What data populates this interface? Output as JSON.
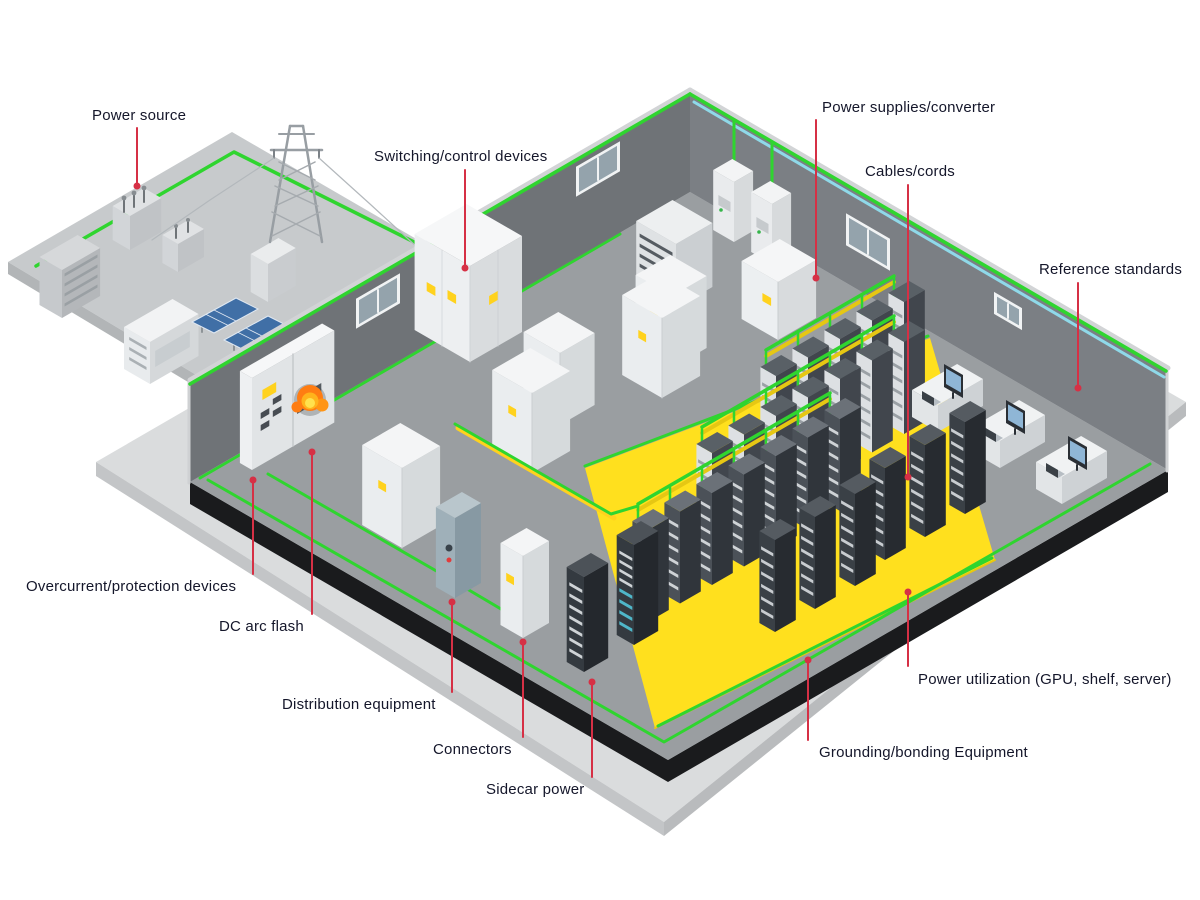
{
  "diagram": {
    "labels": [
      {
        "id": "power-source",
        "text": "Power source"
      },
      {
        "id": "switching-control-devices",
        "text": "Switching/control devices"
      },
      {
        "id": "power-supplies-converter",
        "text": "Power supplies/converter"
      },
      {
        "id": "cables-cords",
        "text": "Cables/cords"
      },
      {
        "id": "reference-standards",
        "text": "Reference standards"
      },
      {
        "id": "overcurrent-protection-devices",
        "text": "Overcurrent/protection devices"
      },
      {
        "id": "dc-arc-flash",
        "text": "DC arc flash"
      },
      {
        "id": "distribution-equipment",
        "text": "Distribution equipment"
      },
      {
        "id": "connectors",
        "text": "Connectors"
      },
      {
        "id": "sidecar-power",
        "text": "Sidecar power"
      },
      {
        "id": "grounding-bonding-equipment",
        "text": "Grounding/bonding Equipment"
      },
      {
        "id": "power-utilization",
        "text": "Power utilization (GPU, shelf, server)"
      }
    ],
    "colors": {
      "leader_red": "#d63045",
      "cable_green": "#2fd52f",
      "cable_cyan": "#8fd9e9",
      "floor_yellow": "#ffe01e",
      "wall_gray": "#6f7377",
      "floor_gray": "#9a9ea1",
      "platform_gray": "#c7cacc",
      "base_black": "#1a1b1d",
      "label_text": "#14162a",
      "warning_yellow": "#ffd21e",
      "fire_orange": "#ff7d12"
    }
  }
}
